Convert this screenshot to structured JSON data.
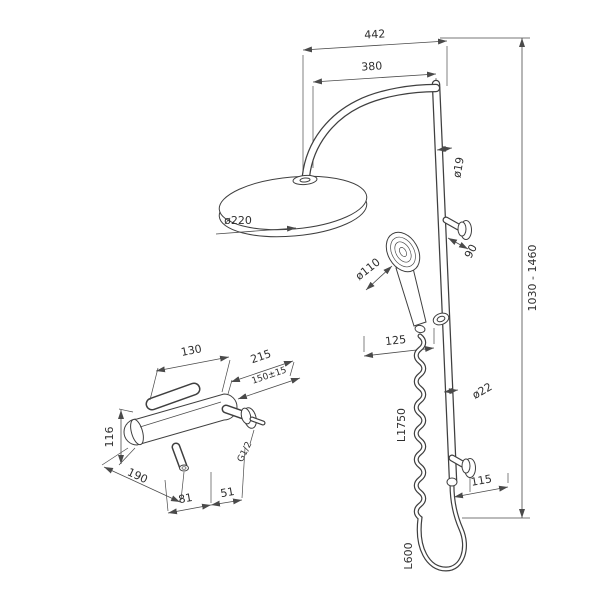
{
  "shower_column": {
    "overall_width": "442",
    "arm_width": "380",
    "upper_pipe_diameter": "ø19",
    "height_range": "1030 - 1460",
    "head_diameter": "ø220",
    "upper_bracket_depth": "90",
    "hand_shower_diameter": "ø110",
    "holder_offset": "125",
    "lower_pipe_diameter": "ø22",
    "shower_hose_length": "L1750",
    "lower_bracket_depth": "115",
    "connection_hose_length": "L600"
  },
  "mixer": {
    "handle_width": "130",
    "total_depth": "215",
    "inlet_spacing": "150±15",
    "body_height": "116",
    "total_length": "190",
    "offset_a": "81",
    "offset_b": "51",
    "thread": "G1/2"
  }
}
